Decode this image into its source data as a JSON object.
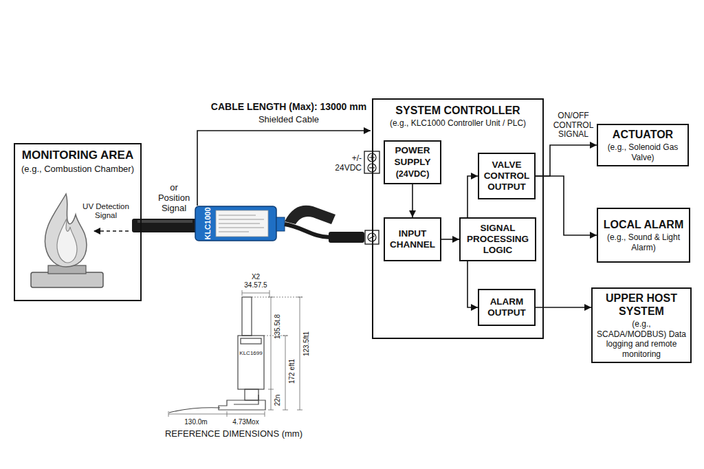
{
  "diagram": {
    "nodes": [
      {
        "text": [
          "MONITORING AREA",
          "(e.g., Combustion Chamber)"
        ]
      },
      {
        "text": [
          "SYSTEM CONTROLLER",
          "(e.g., KLC1000 Controller Unit / PLC)"
        ]
      },
      {
        "text": [
          "POWER SUPPLY",
          "(24VDC)"
        ],
        "in": 1
      },
      {
        "text": [
          "INPUT CHANNEL"
        ],
        "in": 1
      },
      {
        "text": [
          "SIGNAL PROCESSING LOGIC"
        ],
        "in": 1
      },
      {
        "text": [
          "VALVE CONTROL OUTPUT"
        ],
        "in": 1
      },
      {
        "text": [
          "ALARM OUTPUT"
        ],
        "in": 1
      },
      {
        "text": [
          "ACTUATOR",
          "(e.g., Solenoid Gas Valve)"
        ]
      },
      {
        "text": [
          "LOCAL ALARM",
          "(e.g., Sound & Light Alarm)"
        ]
      },
      {
        "text": [
          "UPPER HOST SYSTEM",
          "(e.g., SCADA/MODBUS) Data logging and remote monitoring"
        ]
      }
    ],
    "edges": [
      {
        "from": 2,
        "to": 3,
        "arrow": "to"
      },
      {
        "from": 3,
        "to": 4,
        "arrow": "to"
      },
      {
        "from": 4,
        "to": 5,
        "arrow": "to"
      },
      {
        "from": 4,
        "to": 6,
        "arrow": "to"
      },
      {
        "from": 5,
        "to": 7,
        "label": "ON/OFF CONTROL SIGNAL",
        "arrow": "to"
      },
      {
        "from": 5,
        "to": 8,
        "arrow": "to"
      },
      {
        "from": 6,
        "to": 9,
        "arrow": "to"
      }
    ],
    "labels": [
      "CABLE LENGTH (Max): 13000 mm",
      "Shielded Cable",
      "or Position Signal",
      "UV Detection Signal",
      "+/- 24VDC",
      "KLC1000",
      "X2",
      "34.57.5",
      "135.5t.8",
      "172 eft1",
      "123.5ft1",
      "22n",
      "KLC1699",
      "130.0m",
      "4.73Mox",
      "REFERENCE DIMENSIONS (mm)"
    ]
  }
}
